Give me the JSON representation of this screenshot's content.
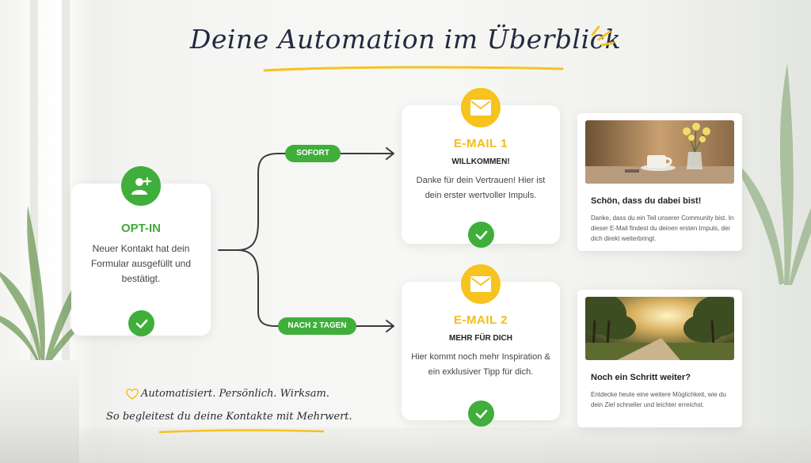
{
  "title": "Deine Automation im Überblick",
  "colors": {
    "green": "#3fae3a",
    "yellow": "#f6c31f",
    "title": "#232a40"
  },
  "optin": {
    "title": "OPT-IN",
    "text": "Neuer Kontakt hat dein Formular ausgefüllt und bestätigt.",
    "icon": "add-user-icon"
  },
  "branches": [
    {
      "label": "SOFORT"
    },
    {
      "label": "NACH 2 TAGEN"
    }
  ],
  "emails": [
    {
      "title": "E-MAIL 1",
      "subtitle": "WILLKOMMEN!",
      "text": "Danke für dein Vertrauen! Hier ist dein erster wertvoller Impuls.",
      "preview_title": "Schön, dass du dabei bist!",
      "preview_text": "Danke, dass du ein Teil unserer Community bist. In dieser E-Mail findest du deinen ersten Impuls, der dich direkt weiterbringt."
    },
    {
      "title": "E-MAIL 2",
      "subtitle": "MEHR FÜR DICH",
      "text": "Hier kommt noch mehr Inspiration & ein exklusiver Tipp für dich.",
      "preview_title": "Noch ein Schritt weiter?",
      "preview_text": "Entdecke heute eine weitere Möglichkeit, wie du dein Ziel schneller und leichter erreichst."
    }
  ],
  "footer": {
    "line1": "Automatisiert. Persönlich. Wirksam.",
    "line2": "So begleitest du deine Kontakte mit Mehrwert."
  }
}
